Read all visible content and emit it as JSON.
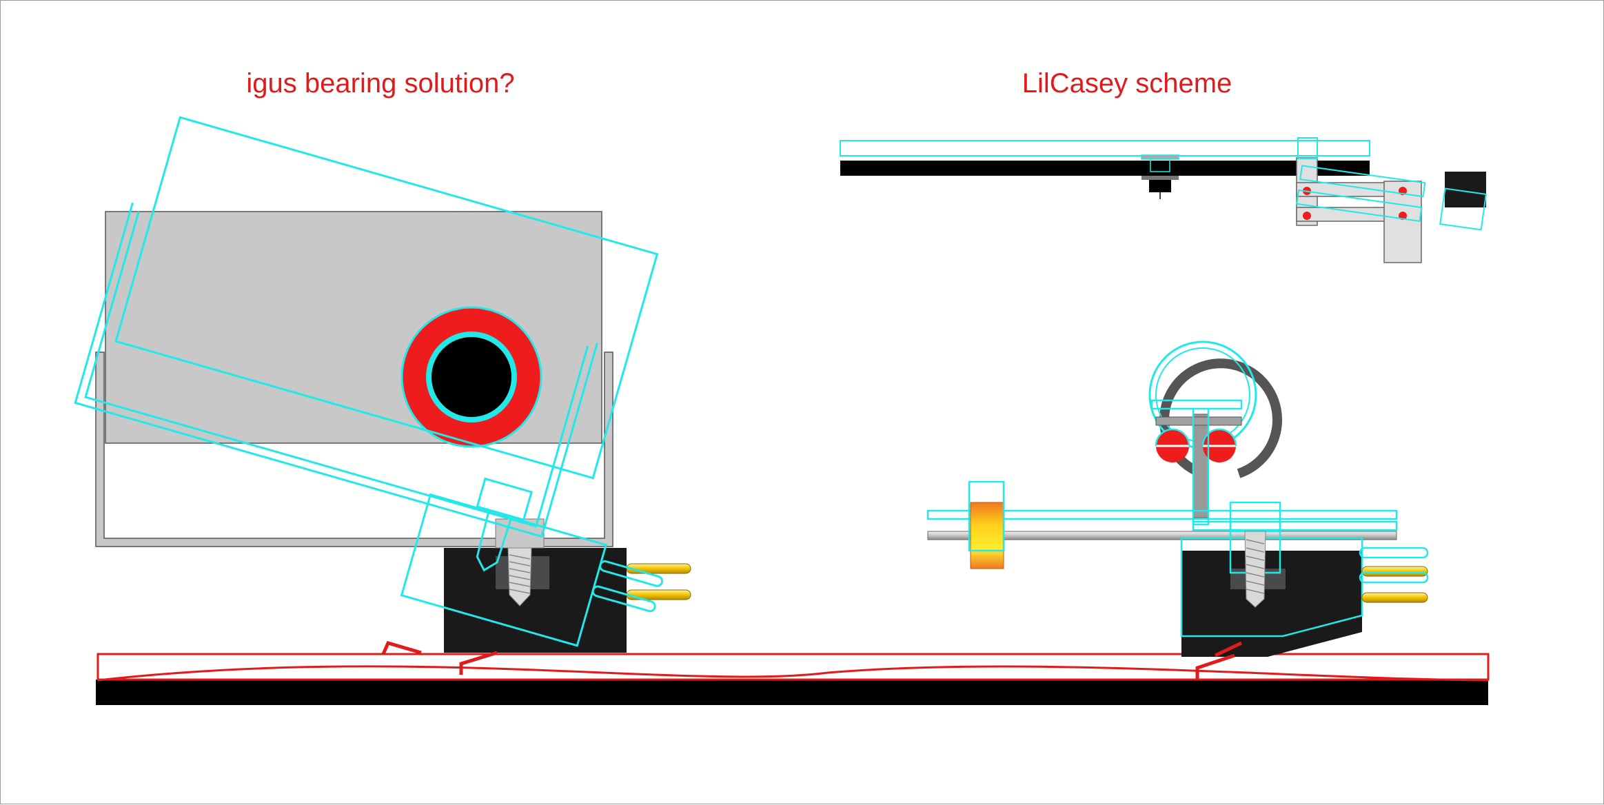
{
  "titles": {
    "left": "igus bearing solution?",
    "right": "LilCasey scheme"
  },
  "colors": {
    "title": "#e01b1b",
    "outline_cyan": "#22e8e8",
    "bearing_red": "#ee1c1c",
    "housing_grey": "#c8c8c8",
    "cartridge_black": "#1a1a1a",
    "record_black": "#000000",
    "pin_gold": "#f2c200",
    "counterweight_orange": "#f07820"
  },
  "icons": {
    "left_scheme": [
      "bearing-housing",
      "bearing-ring",
      "mounting-bracket",
      "cartridge",
      "screw",
      "output-pins",
      "tilted-overlay"
    ],
    "right_scheme": [
      "tonearm-top-view",
      "pivot-hoop",
      "ball-bearings",
      "arm-tube",
      "counterweight",
      "cartridge",
      "output-pins"
    ]
  }
}
